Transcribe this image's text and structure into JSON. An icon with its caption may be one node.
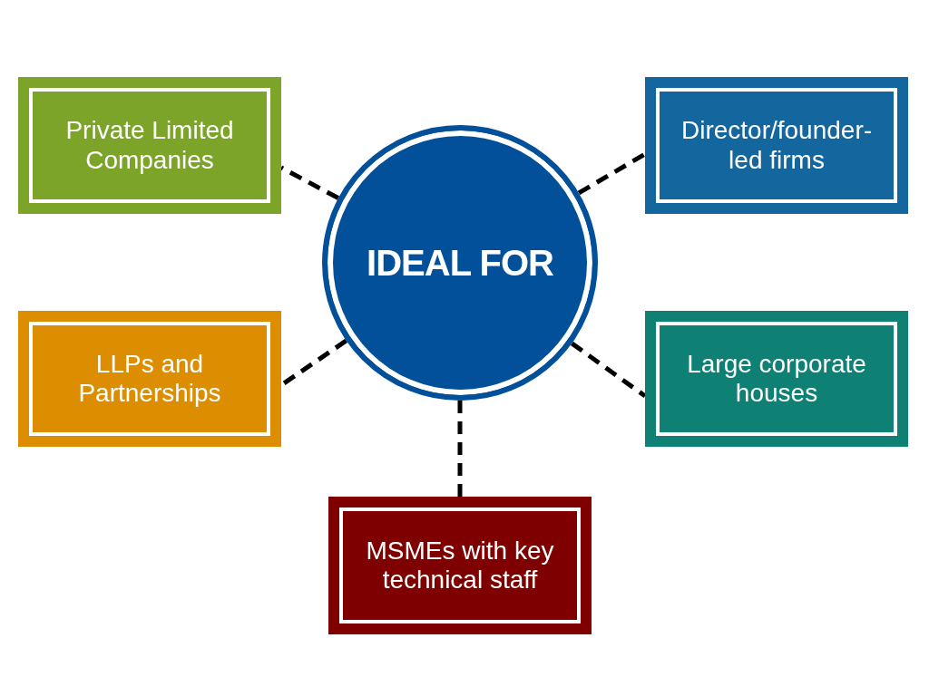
{
  "diagram": {
    "nodes": [
      {
        "text": [
          "Private Limited Companies"
        ]
      },
      {
        "text": [
          "Director/founder-led firms"
        ]
      },
      {
        "text": [
          "IDEAL FOR"
        ]
      },
      {
        "text": [
          "LLPs and Partnerships"
        ]
      },
      {
        "text": [
          "Large corporate houses"
        ]
      },
      {
        "text": [
          "MSMEs with key technical staff"
        ]
      }
    ],
    "edges": [
      {
        "from": 2,
        "to": 0,
        "arrow": "none",
        "style": "dashed"
      },
      {
        "from": 2,
        "to": 1,
        "arrow": "none",
        "style": "dashed"
      },
      {
        "from": 2,
        "to": 3,
        "arrow": "none",
        "style": "dashed"
      },
      {
        "from": 2,
        "to": 4,
        "arrow": "none",
        "style": "dashed"
      },
      {
        "from": 2,
        "to": 5,
        "arrow": "none",
        "style": "dashed"
      }
    ]
  }
}
